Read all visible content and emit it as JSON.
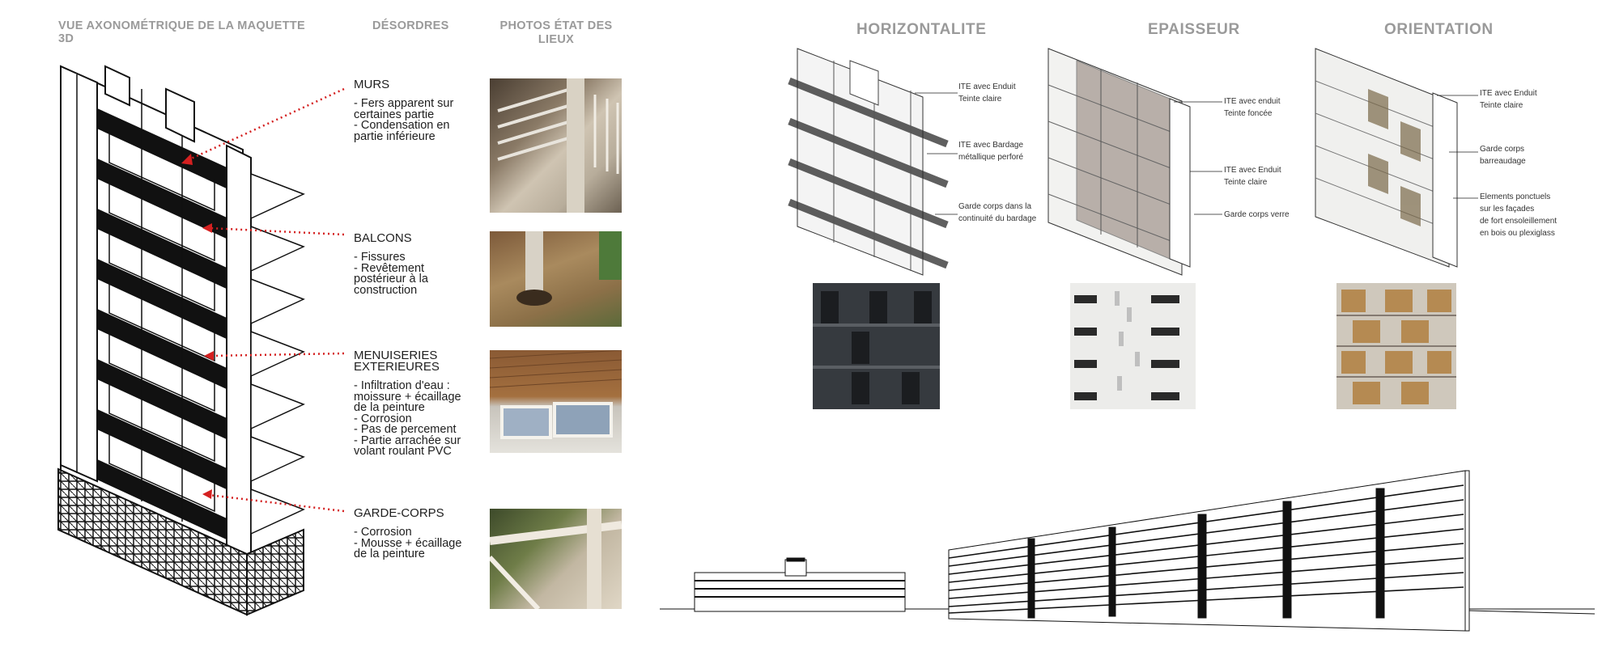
{
  "left": {
    "headers": {
      "axo": "VUE AXONOMÉTRIQUE DE LA MAQUETTE 3D",
      "desordres": "DÉSORDRES",
      "photos": "PHOTOS ÉTAT DES LIEUX"
    },
    "defects": [
      {
        "title": "MURS",
        "items": [
          "- Fers apparent sur certaines partie",
          "- Condensation en partie inférieure"
        ]
      },
      {
        "title": "BALCONS",
        "items": [
          "- Fissures",
          "- Revêtement postérieur à la construction"
        ]
      },
      {
        "title": "MENUISERIES EXTERIEURES",
        "items": [
          "- Infiltration d'eau : moissure + écaillage de la peinture",
          "- Corrosion",
          "- Pas de percement",
          "- Partie arrachée sur volant roulant PVC"
        ]
      },
      {
        "title": "GARDE-CORPS",
        "items": [
          "- Corrosion",
          "- Mousse + écaillage de la peinture"
        ]
      }
    ]
  },
  "right": {
    "concepts": [
      {
        "title": "HORIZONTALITE",
        "notes": [
          "ITE avec Enduit\nTeinte claire",
          "ITE avec Bardage\nmétallique perforé",
          "Garde corps dans la\ncontinuité du bardage"
        ]
      },
      {
        "title": "EPAISSEUR",
        "notes": [
          "ITE avec enduit\nTeinte foncée",
          "ITE avec Enduit\nTeinte claire",
          "Garde corps verre"
        ]
      },
      {
        "title": "ORIENTATION",
        "notes": [
          "ITE avec Enduit\nTeinte claire",
          "Garde corps\nbarreaudage",
          "Elements ponctuels\nsur les façades\nde fort ensoleillement\nen bois ou plexiglass"
        ]
      }
    ]
  },
  "colors": {
    "accent_arrow": "#d42020",
    "header_gray": "#9a9a9a"
  }
}
